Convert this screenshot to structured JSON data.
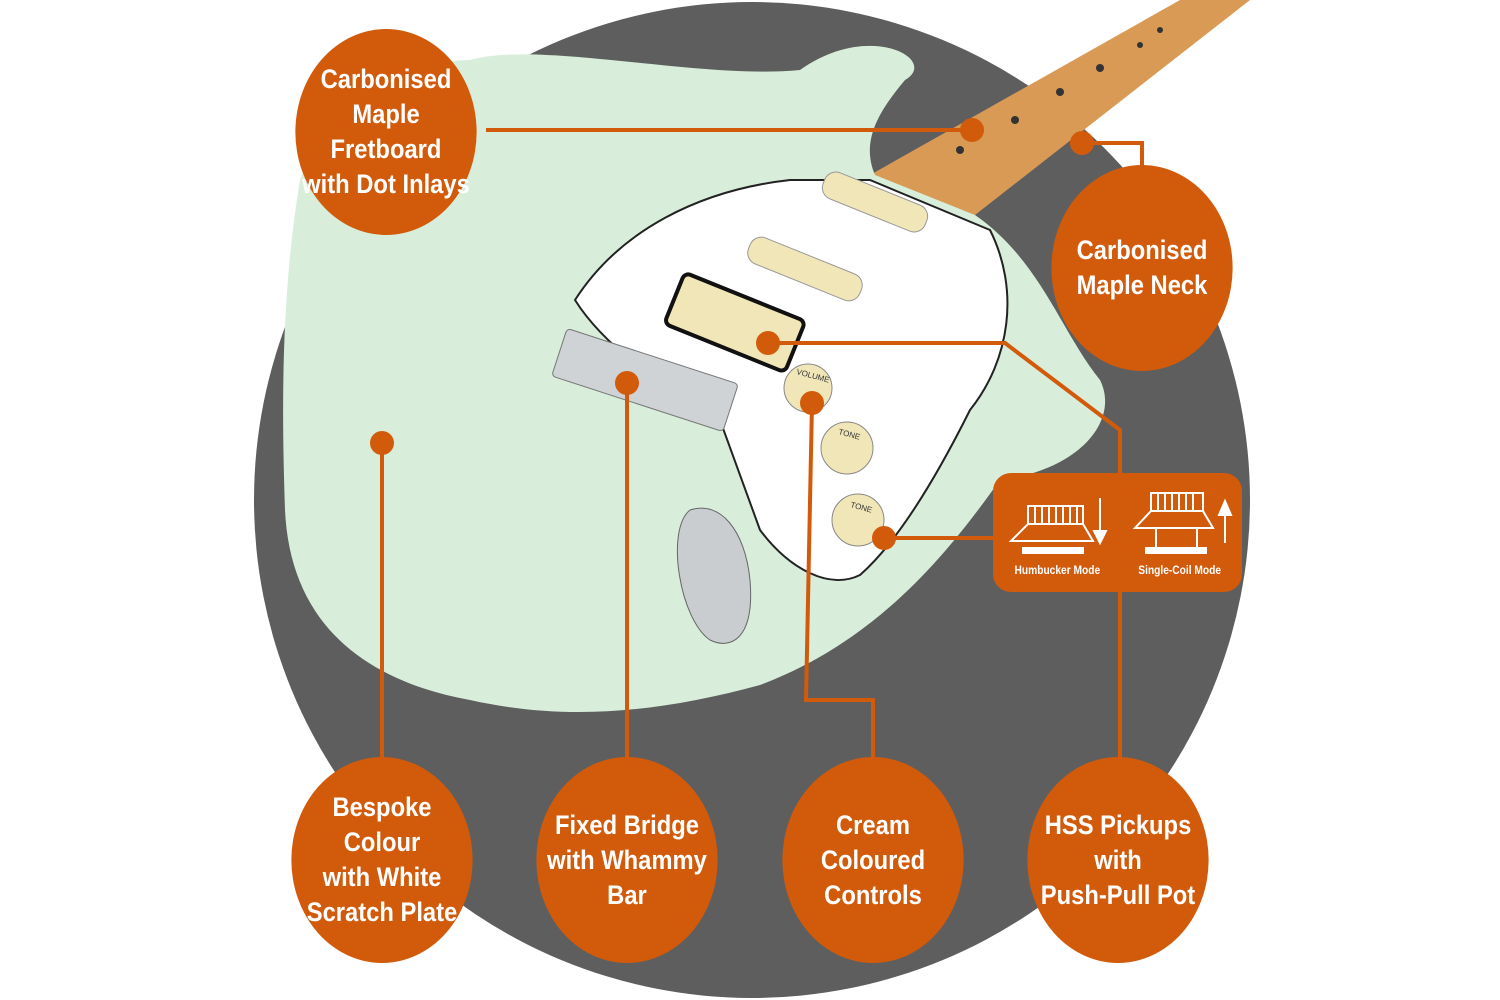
{
  "colors": {
    "accent": "#d25a0b",
    "backdrop": "#5e5e5e",
    "body": "#d8eedb",
    "pickguard": "#ffffff",
    "neck": "#d89a55"
  },
  "callouts": [
    {
      "id": "fretboard",
      "text": "Carbonised\nMaple Fretboard\nwith Dot Inlays"
    },
    {
      "id": "neck",
      "text": "Carbonised\nMaple Neck"
    },
    {
      "id": "colour",
      "text": "Bespoke Colour\nwith White\nScratch Plate"
    },
    {
      "id": "bridge",
      "text": "Fixed Bridge\nwith Whammy\nBar"
    },
    {
      "id": "controls",
      "text": "Cream Coloured\nControls"
    },
    {
      "id": "pickups",
      "text": "HSS Pickups\nwith\nPush-Pull Pot"
    }
  ],
  "modes": {
    "humbucker": "Humbucker Mode",
    "single_coil": "Single-Coil Mode"
  },
  "knobs": {
    "volume": "VOLUME",
    "tone1": "TONE",
    "tone2": "TONE"
  }
}
